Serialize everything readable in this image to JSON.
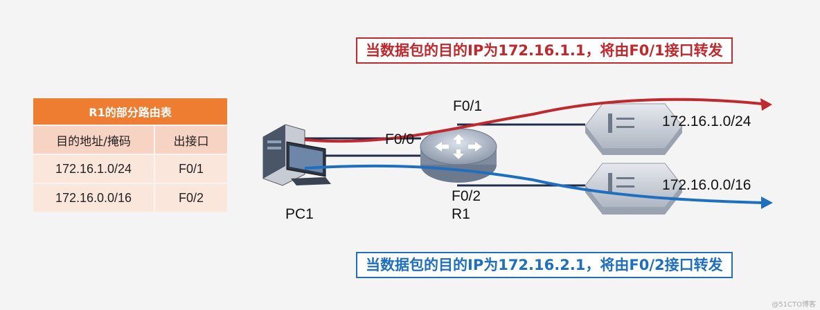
{
  "callouts": {
    "top": "当数据包的目的IP为172.16.1.1，将由F0/1接口转发",
    "bottom": "当数据包的目的IP为172.16.2.1，将由F0/2接口转发"
  },
  "routing_table": {
    "title": "R1的部分路由表",
    "headers": [
      "目的地址/掩码",
      "出接口"
    ],
    "rows": [
      [
        "172.16.1.0/24",
        "F0/1"
      ],
      [
        "172.16.0.0/16",
        "F0/2"
      ]
    ]
  },
  "labels": {
    "pc": "PC1",
    "router": "R1",
    "if_f00": "F0/0",
    "if_f01": "F0/1",
    "if_f02": "F0/2",
    "net_top": "172.16.1.0/24",
    "net_bottom": "172.16.0.0/16"
  },
  "watermark": "@51CTO博客",
  "colors": {
    "red_path": "#c0282d",
    "blue_path": "#1f6fc0",
    "table_header": "#ee7d31",
    "link": "#1f2d4a"
  }
}
